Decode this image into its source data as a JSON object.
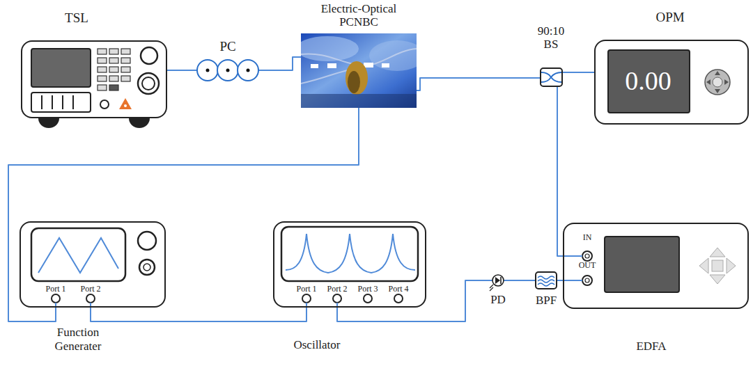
{
  "diagram": {
    "nodes": [
      {
        "text": [
          "TSL"
        ]
      },
      {
        "text": [
          "PC"
        ]
      },
      {
        "text": [
          "Electric-Optical PCNBC"
        ]
      },
      {
        "text": [
          "90:10 BS"
        ]
      },
      {
        "text": [
          "OPM",
          "0.00"
        ]
      },
      {
        "text": [
          "Function Generater",
          "Port 1",
          "Port 2"
        ]
      },
      {
        "text": [
          "Oscillator",
          "Port 1",
          "Port 2",
          "Port 3",
          "Port 4"
        ]
      },
      {
        "text": [
          "PD"
        ]
      },
      {
        "text": [
          "BPF"
        ]
      },
      {
        "text": [
          "EDFA",
          "IN",
          "OUT"
        ]
      }
    ],
    "edges": [
      {
        "from": 0,
        "to": 1,
        "arrow": "none"
      },
      {
        "from": 1,
        "to": 2,
        "arrow": "none"
      },
      {
        "from": 2,
        "to": 3,
        "arrow": "none"
      },
      {
        "from": 3,
        "to": 4,
        "arrow": "none"
      },
      {
        "from": 3,
        "to": 9,
        "arrow": "none"
      },
      {
        "from": 9,
        "to": 8,
        "arrow": "none"
      },
      {
        "from": 8,
        "to": 7,
        "arrow": "none"
      },
      {
        "from": 7,
        "to": 6,
        "arrow": "none"
      },
      {
        "from": 5,
        "to": 2,
        "arrow": "none"
      },
      {
        "from": 5,
        "to": 6,
        "arrow": "none"
      }
    ]
  }
}
